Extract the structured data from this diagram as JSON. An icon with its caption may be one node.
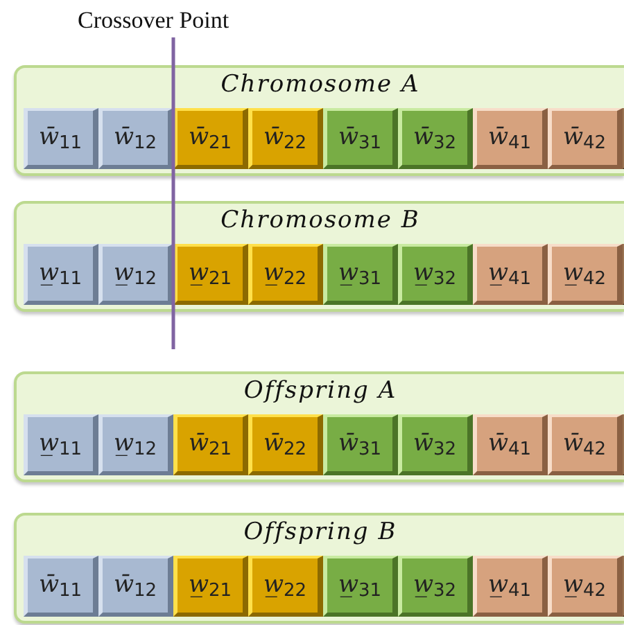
{
  "diagram": {
    "nodes": [
      {
        "text": [
          "Chromosome A"
        ]
      },
      {
        "text": [
          "w̄$_{11}$"
        ],
        "in": 0
      },
      {
        "text": [
          "w̄$_{12}$"
        ],
        "in": 0
      },
      {
        "text": [
          "w̄$_{21}$"
        ],
        "in": 0
      },
      {
        "text": [
          "w̄$_{22}$"
        ],
        "in": 0
      },
      {
        "text": [
          "w̄$_{31}$"
        ],
        "in": 0
      },
      {
        "text": [
          "w̄$_{32}$"
        ],
        "in": 0
      },
      {
        "text": [
          "w̄$_{41}$"
        ],
        "in": 0
      },
      {
        "text": [
          "w̄$_{42}$"
        ],
        "in": 0
      },
      {
        "text": [],
        "shape": "box",
        "in": 0
      },
      {
        "text": [
          "Chromosome B"
        ]
      },
      {
        "text": [
          "w̲$_{11}$"
        ],
        "in": 10
      },
      {
        "text": [
          "w̲$_{12}$"
        ],
        "in": 10
      },
      {
        "text": [
          "w̲$_{21}$"
        ],
        "in": 10
      },
      {
        "text": [
          "w̲$_{22}$"
        ],
        "in": 10
      },
      {
        "text": [
          "w̲$_{31}$"
        ],
        "in": 10
      },
      {
        "text": [
          "w̲$_{32}$"
        ],
        "in": 10
      },
      {
        "text": [
          "w̲$_{41}$"
        ],
        "in": 10
      },
      {
        "text": [
          "w̲$_{42}$"
        ],
        "in": 10
      },
      {
        "text": [],
        "shape": "box",
        "in": 10
      },
      {
        "text": [
          "Offspring A"
        ]
      },
      {
        "text": [
          "w̲$_{11}$"
        ],
        "in": 20
      },
      {
        "text": [
          "w̲$_{12}$"
        ],
        "in": 20
      },
      {
        "text": [
          "w̄$_{21}$"
        ],
        "in": 20
      },
      {
        "text": [
          "w̄$_{22}$"
        ],
        "in": 20
      },
      {
        "text": [
          "w̄$_{31}$"
        ],
        "in": 20
      },
      {
        "text": [
          "w̄$_{32}$"
        ],
        "in": 20
      },
      {
        "text": [
          "w̄$_{41}$"
        ],
        "in": 20
      },
      {
        "text": [
          "w̄$_{42}$"
        ],
        "in": 20
      },
      {
        "text": [],
        "shape": "box",
        "in": 20
      },
      {
        "text": [
          "Offspring B"
        ]
      },
      {
        "text": [
          "w̄$_{11}$"
        ],
        "in": 30
      },
      {
        "text": [
          "w̄$_{12}$"
        ],
        "in": 30
      },
      {
        "text": [
          "w̲$_{21}$"
        ],
        "in": 30
      },
      {
        "text": [
          "w̲$_{22}$"
        ],
        "in": 30
      },
      {
        "text": [
          "w̲$_{31}$"
        ],
        "in": 30
      },
      {
        "text": [
          "w̲$_{32}$"
        ],
        "in": 30
      },
      {
        "text": [
          "w̲$_{41}$"
        ],
        "in": 30
      },
      {
        "text": [
          "w̲$_{42}$"
        ],
        "in": 30
      },
      {
        "text": [],
        "shape": "box",
        "in": 30
      }
    ],
    "labels": [
      "Crossover Point"
    ]
  }
}
